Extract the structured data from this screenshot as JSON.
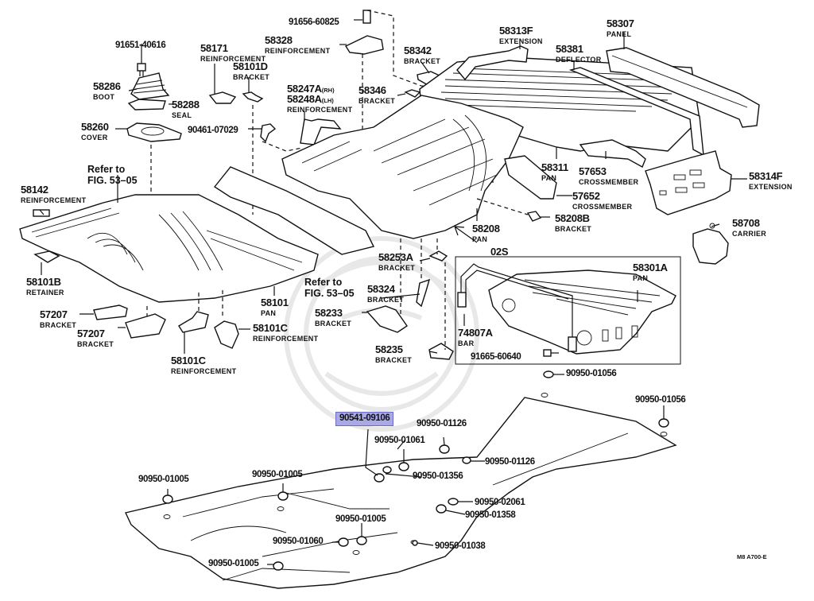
{
  "diagram": {
    "title": "Floor Pan & Lower Back Panel Parts Diagram",
    "figure_code": "M8 A700-E",
    "highlight_color": "#a9a9e8",
    "upper_parts": [
      {
        "id": "p-91651-40616",
        "number": "91651-40616",
        "desc": ""
      },
      {
        "id": "p-58171",
        "number": "58171",
        "desc": "REINFORCEMENT"
      },
      {
        "id": "p-58328",
        "number": "58328",
        "desc": "REINFORCEMENT"
      },
      {
        "id": "p-91656-60825",
        "number": "91656-60825",
        "desc": ""
      },
      {
        "id": "p-58313F",
        "number": "58313F",
        "desc": "EXTENSION"
      },
      {
        "id": "p-58307",
        "number": "58307",
        "desc": "PANEL"
      },
      {
        "id": "p-58381",
        "number": "58381",
        "desc": "DEFLECTOR"
      },
      {
        "id": "p-58342",
        "number": "58342",
        "desc": "BRACKET"
      },
      {
        "id": "p-58101D",
        "number": "58101D",
        "desc": "BRACKET"
      },
      {
        "id": "p-58286",
        "number": "58286",
        "desc": "BOOT"
      },
      {
        "id": "p-58288",
        "number": "58288",
        "desc": "SEAL"
      },
      {
        "id": "p-58247A",
        "number": "58247A",
        "suffix": "(RH)",
        "desc": ""
      },
      {
        "id": "p-58248A",
        "number": "58248A",
        "suffix": "(LH)",
        "desc": "REINFORCEMENT"
      },
      {
        "id": "p-58346",
        "number": "58346",
        "desc": "BRACKET"
      },
      {
        "id": "p-90461-07029",
        "number": "90461-07029",
        "desc": ""
      },
      {
        "id": "p-58260",
        "number": "58260",
        "desc": "COVER"
      },
      {
        "id": "p-58311",
        "number": "58311",
        "desc": "PAN"
      },
      {
        "id": "p-57653",
        "number": "57653",
        "desc": "CROSSMEMBER"
      },
      {
        "id": "p-58314F",
        "number": "58314F",
        "desc": "EXTENSION"
      },
      {
        "id": "p-58142",
        "number": "58142",
        "desc": "REINFORCEMENT"
      },
      {
        "id": "p-57652",
        "number": "57652",
        "desc": "CROSSMEMBER"
      },
      {
        "id": "p-58208B",
        "number": "58208B",
        "desc": "BRACKET"
      },
      {
        "id": "p-58708",
        "number": "58708",
        "desc": "CARRIER"
      },
      {
        "id": "p-58208",
        "number": "58208",
        "desc": "PAN"
      },
      {
        "id": "p-58101B",
        "number": "58101B",
        "desc": "RETAINER"
      },
      {
        "id": "p-58253A",
        "number": "58253A",
        "desc": "BRACKET"
      },
      {
        "id": "p-58301A",
        "number": "58301A",
        "desc": "PAN"
      },
      {
        "id": "p-58101",
        "number": "58101",
        "desc": "PAN"
      },
      {
        "id": "p-58324",
        "number": "58324",
        "desc": "BRACKET"
      },
      {
        "id": "p-57207a",
        "number": "57207",
        "desc": "BRACKET"
      },
      {
        "id": "p-58233",
        "number": "58233",
        "desc": "BRACKET"
      },
      {
        "id": "p-57207b",
        "number": "57207",
        "desc": "BRACKET"
      },
      {
        "id": "p-58101C-a",
        "number": "58101C",
        "desc": "REINFORCEMENT"
      },
      {
        "id": "p-74807A",
        "number": "74807A",
        "desc": "BAR"
      },
      {
        "id": "p-58235",
        "number": "58235",
        "desc": "BRACKET"
      },
      {
        "id": "p-91665-60640",
        "number": "91665-60640",
        "desc": ""
      },
      {
        "id": "p-58101C-b",
        "number": "58101C",
        "desc": "REINFORCEMENT"
      }
    ],
    "references": [
      {
        "id": "ref-left",
        "line1": "Refer to",
        "line2": "FIG. 53–05"
      },
      {
        "id": "ref-center",
        "line1": "Refer to",
        "line2": "FIG. 53–05"
      }
    ],
    "variant_label": "02S",
    "plugs": [
      {
        "id": "plug-01056-a",
        "number": "90950-01056"
      },
      {
        "id": "plug-01056-b",
        "number": "90950-01056"
      },
      {
        "id": "plug-selected",
        "number": "90541-09106",
        "selected": true
      },
      {
        "id": "plug-01126-a",
        "number": "90950-01126"
      },
      {
        "id": "plug-01061",
        "number": "90950-01061"
      },
      {
        "id": "plug-01126-b",
        "number": "90950-01126"
      },
      {
        "id": "plug-01356",
        "number": "90950-01356"
      },
      {
        "id": "plug-01005-a",
        "number": "90950-01005"
      },
      {
        "id": "plug-01005-b",
        "number": "90950-01005"
      },
      {
        "id": "plug-02061",
        "number": "90950-02061"
      },
      {
        "id": "plug-01358",
        "number": "90950-01358"
      },
      {
        "id": "plug-01005-c",
        "number": "90950-01005"
      },
      {
        "id": "plug-01060",
        "number": "90950-01060"
      },
      {
        "id": "plug-01038",
        "number": "90950-01038"
      },
      {
        "id": "plug-01005-d",
        "number": "90950-01005"
      }
    ]
  }
}
